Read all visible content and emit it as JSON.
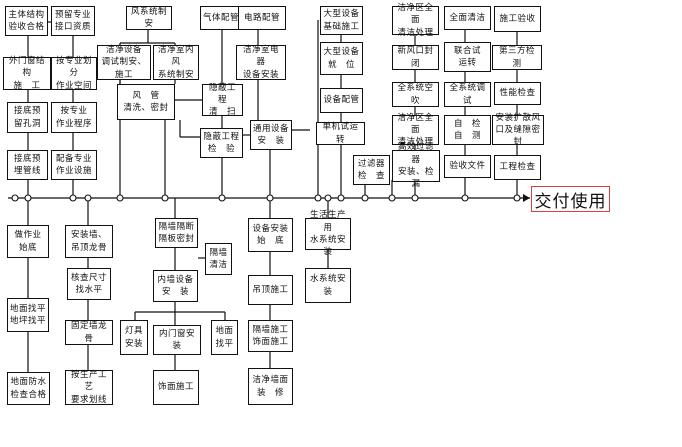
{
  "diagram": {
    "boxes": {
      "b1": "主体结构\n验收合格",
      "b2": "预留专业\n接口资质",
      "b3": "外门窗结构\n施　工",
      "b4": "按专业划分\n作业空间",
      "b5": "接底预\n留孔洞",
      "b6": "按专业\n作业程序",
      "b7": "接底预\n埋管线",
      "b8": "配备专业\n作业设施",
      "b9": "风系统制安",
      "b10": "洁净设备\n调试制安、施工",
      "b11": "洁净室内风\n系统制安",
      "b12": "风　管\n清洗、密封",
      "b13": "气体配管",
      "b14": "电路配管",
      "b15": "洁净室电器\n设备安装",
      "b16": "隐蔽工程\n清　扫",
      "b17": "隐蔽工程\n检　验",
      "b18": "通用设备\n安　装",
      "b19": "大型设备\n基础施工",
      "b20": "大型设备\n就　位",
      "b21": "设备配管",
      "b22": "单机试运转",
      "b23": "洁净区全面\n清洁处理",
      "b24": "新风口封闭",
      "b25": "全系统空吹",
      "b26": "洁净区全面\n清洁处理",
      "b27": "高效过滤器\n安装、检漏",
      "b28": "过滤器\n检　查",
      "b29": "全面清洁",
      "b30": "联合试\n运转",
      "b31": "全系统调试",
      "b32": "自　检\n自　测",
      "b33": "验收文件",
      "b34": "施工验收",
      "b35": "第三方检测",
      "b36": "性能检查",
      "b37": "安装扩散风\n口及缝隙密封",
      "b38": "工程检查",
      "c1": "做作业\n始底",
      "c2": "地面找平\n地坪找平",
      "c3": "地面防水\n检查合格",
      "c4": "安装墙、\n吊顶龙骨",
      "c5": "核查尺寸\n找水平",
      "c6": "固定墙龙骨",
      "c7": "按生产工艺\n要求划线",
      "c8": "隔墙隔断\n隔板密封",
      "c9": "隔墙\n清洁",
      "c10": "内墙设备\n安　装",
      "c11": "灯具\n安装",
      "c12": "内门窗安装",
      "c13": "地面\n找平",
      "c14": "饰面施工",
      "c15": "设备安装\n始　底",
      "c16": "吊顶施工",
      "c17": "隔墙施工\n饰面施工",
      "c18": "洁净墙面\n装　修",
      "c19": "生活生产用\n水系统安装",
      "c20": "水系统安装"
    },
    "final": "交付使用"
  }
}
